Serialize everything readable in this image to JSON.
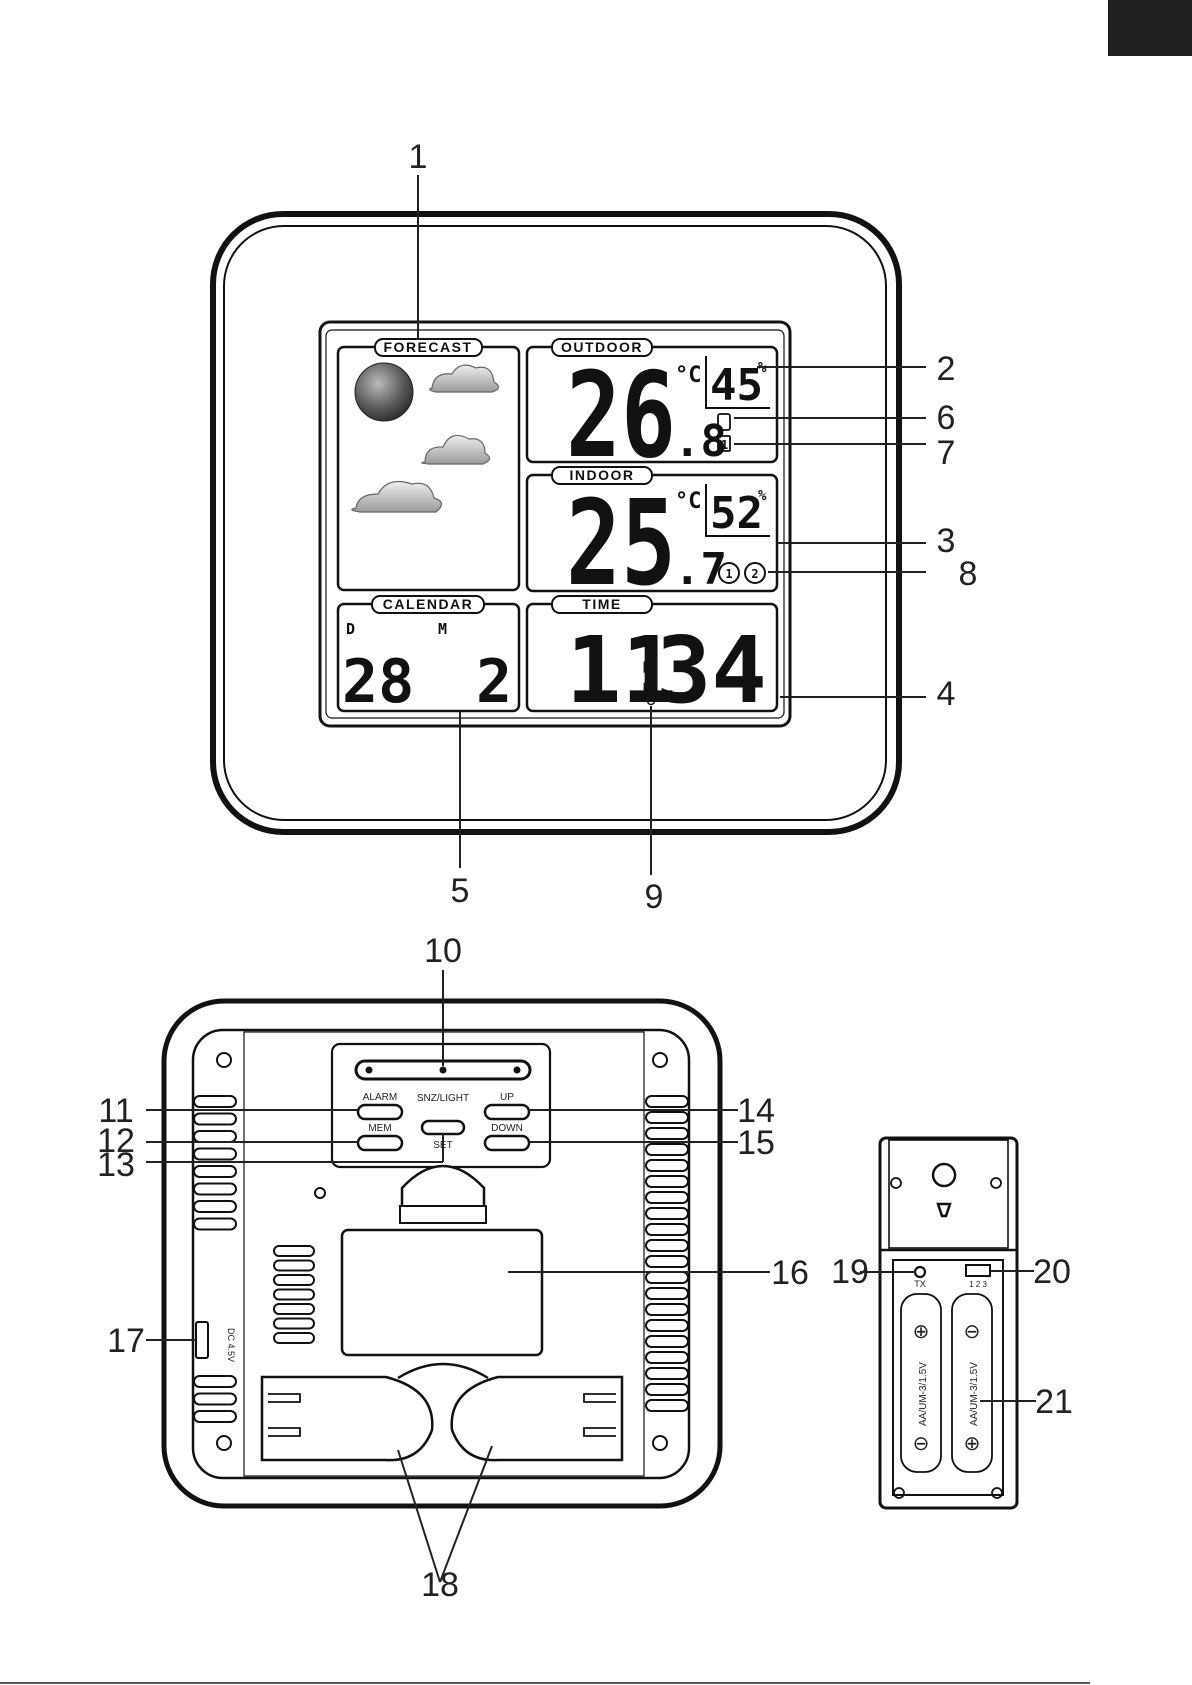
{
  "labels": {
    "forecast": "FORECAST",
    "outdoor": "OUTDOOR",
    "indoor": "INDOOR",
    "calendar": "CALENDAR",
    "time": "TIME"
  },
  "display": {
    "outdoor_temp_main": "26",
    "outdoor_temp_decimal": ".8",
    "outdoor_unit": "°C",
    "outdoor_humidity": "45",
    "outdoor_channel": "1",
    "indoor_temp_main": "25",
    "indoor_temp_decimal": ".7",
    "indoor_unit": "°C",
    "indoor_humidity": "52",
    "percent": "%",
    "calendar_day_letter": "D",
    "calendar_month_letter": "M",
    "calendar_day": "28",
    "calendar_month": "2",
    "time_hours": "11",
    "time_colon": ":",
    "time_minutes": "34",
    "alarm_1": "1",
    "alarm_2": "2"
  },
  "buttons": {
    "snz_light": "SNZ/LIGHT",
    "alarm": "ALARM",
    "up": "UP",
    "mem": "MEM",
    "down": "DOWN",
    "set": "SET"
  },
  "back": {
    "dc_label": "DC 4.5V",
    "tx_label": "TX",
    "switch_label": "1 2 3",
    "battery_label": "AA/UM-3/1.5V",
    "plus": "⊕",
    "minus": "⊖"
  },
  "callouts": {
    "c1": "1",
    "c2": "2",
    "c3": "3",
    "c4": "4",
    "c5": "5",
    "c6": "6",
    "c7": "7",
    "c8": "8",
    "c9": "9",
    "c10": "10",
    "c11": "11",
    "c12": "12",
    "c13": "13",
    "c14": "14",
    "c15": "15",
    "c16": "16",
    "c17": "17",
    "c18": "18",
    "c19": "19",
    "c20": "20",
    "c21": "21"
  }
}
